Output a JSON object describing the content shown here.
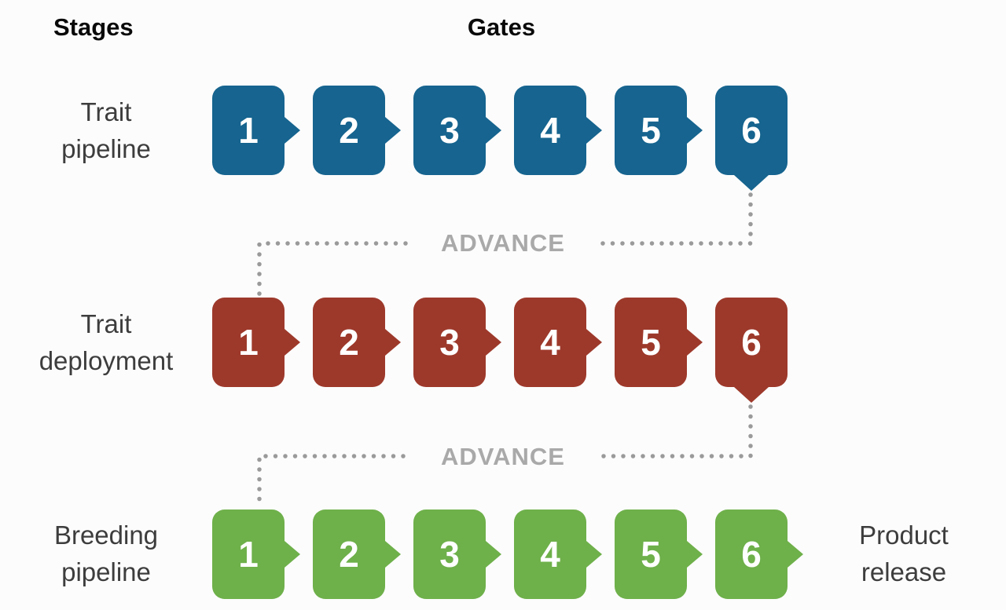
{
  "header": {
    "stages_label": "Stages",
    "gates_label": "Gates"
  },
  "rows": [
    {
      "stage_label_lines": [
        "Trait",
        "pipeline"
      ],
      "color": "#16648f",
      "gates": [
        {
          "label": "1"
        },
        {
          "label": "2"
        },
        {
          "label": "3"
        },
        {
          "label": "4"
        },
        {
          "label": "5"
        },
        {
          "label": "6"
        }
      ]
    },
    {
      "stage_label_lines": [
        "Trait",
        "deployment"
      ],
      "color": "#9d392b",
      "gates": [
        {
          "label": "1"
        },
        {
          "label": "2"
        },
        {
          "label": "3"
        },
        {
          "label": "4"
        },
        {
          "label": "5"
        },
        {
          "label": "6"
        }
      ]
    },
    {
      "stage_label_lines": [
        "Breeding",
        "pipeline"
      ],
      "color": "#6eb04a",
      "gates": [
        {
          "label": "1"
        },
        {
          "label": "2"
        },
        {
          "label": "3"
        },
        {
          "label": "4"
        },
        {
          "label": "5"
        },
        {
          "label": "6"
        }
      ]
    }
  ],
  "connectors": [
    {
      "label": "ADVANCE"
    },
    {
      "label": "ADVANCE"
    }
  ],
  "output": {
    "label_lines": [
      "Product",
      "release"
    ]
  },
  "colors": {
    "trait_pipeline_blue": "#16648f",
    "trait_deployment_red": "#9d392b",
    "breeding_pipeline_green": "#6eb04a",
    "advance_text_gray": "#a9a9a9",
    "dotted_line_gray": "#9a9a9a",
    "stage_label_gray": "#3d3d3d",
    "header_black": "#0a0a0a",
    "gate_number_white": "#ffffff"
  }
}
